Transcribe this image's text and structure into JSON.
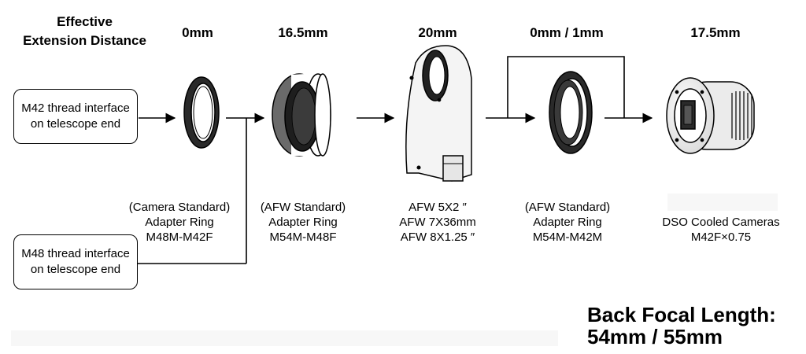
{
  "header": {
    "effective_line1": "Effective",
    "effective_line2": "Extension Distance"
  },
  "distances": [
    "0mm",
    "16.5mm",
    "20mm",
    "0mm / 1mm",
    "17.5mm"
  ],
  "inputs": {
    "m42_line1": "M42 thread interface",
    "m42_line2": "on telescope end",
    "m48_line1": "M48 thread interface",
    "m48_line2": "on telescope end"
  },
  "captions": {
    "c1": [
      "(Camera Standard)",
      "Adapter Ring",
      "M48M-M42F"
    ],
    "c2": [
      "(AFW Standard)",
      "Adapter Ring",
      "M54M-M48F"
    ],
    "c3": [
      "AFW 5X2 ″",
      "AFW 7X36mm",
      "AFW 8X1.25 ″"
    ],
    "c4": [
      "(AFW Standard)",
      "Adapter Ring",
      "M54M-M42M"
    ],
    "c5": [
      "DSO Cooled Cameras",
      "M42F×0.75"
    ]
  },
  "back_focal": {
    "line1": "Back Focal Length:",
    "line2": "54mm / 55mm"
  },
  "colors": {
    "stroke": "#000000",
    "background": "#ffffff"
  }
}
